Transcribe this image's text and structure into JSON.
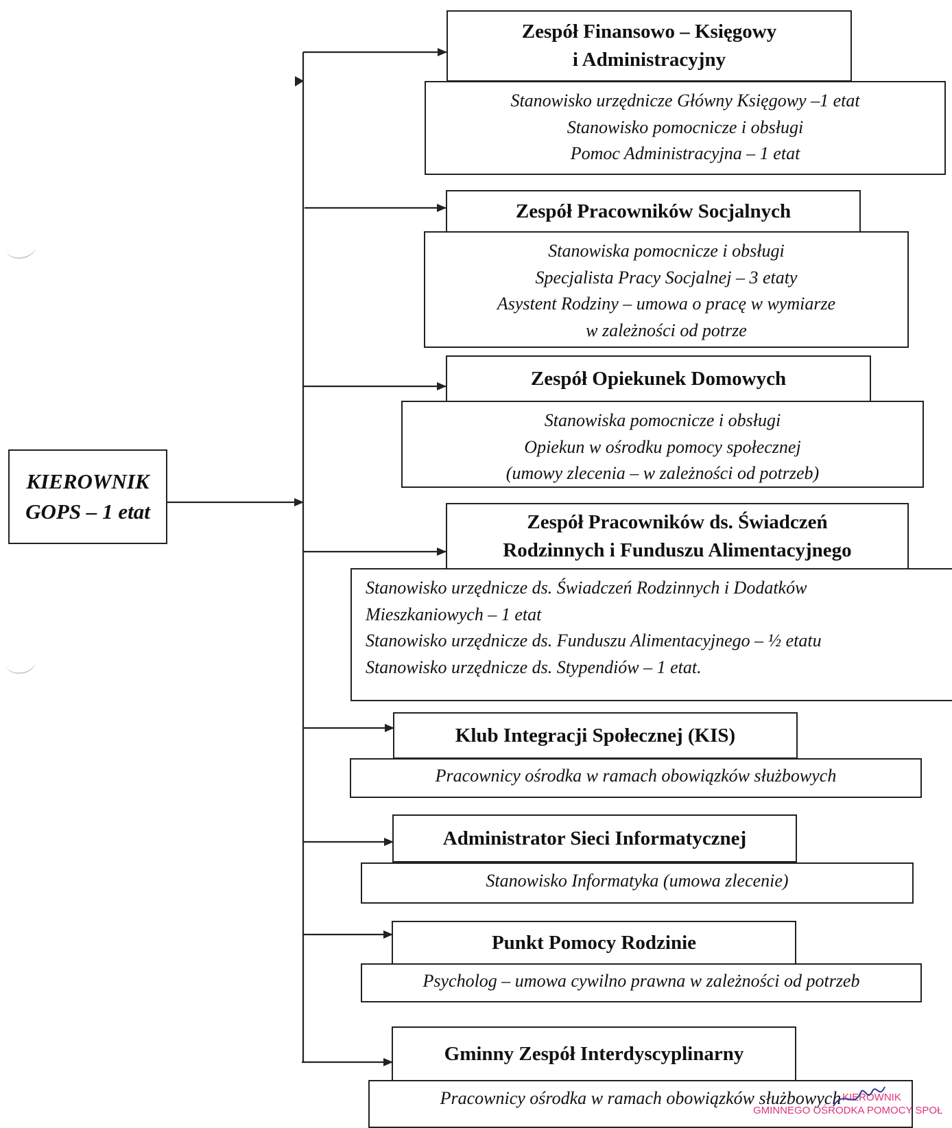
{
  "root": {
    "lines": [
      "KIEROWNIK",
      "GOPS – 1 etat"
    ]
  },
  "units": [
    {
      "title": [
        "Zespół Finansowo – Księgowy",
        "i Administracyjny"
      ],
      "body": [
        "Stanowisko urzędnicze Główny Księgowy –1 etat",
        "Stanowisko pomocnicze i obsługi",
        "Pomoc Administracyjna – 1 etat"
      ]
    },
    {
      "title": [
        "Zespół Pracowników Socjalnych"
      ],
      "body": [
        "Stanowiska pomocnicze i obsługi",
        "Specjalista  Pracy Socjalnej – 3 etaty",
        "Asystent Rodziny – umowa o pracę w wymiarze",
        "w zależności od potrze"
      ]
    },
    {
      "title": [
        "Zespół Opiekunek Domowych"
      ],
      "body": [
        "Stanowiska pomocnicze i obsługi",
        "Opiekun w ośrodku pomocy społecznej",
        "(umowy zlecenia – w zależności od potrzeb)"
      ]
    },
    {
      "title": [
        "Zespół Pracowników ds. Świadczeń",
        "Rodzinnych i Funduszu Alimentacyjnego"
      ],
      "body": [
        "Stanowisko urzędnicze ds. Świadczeń Rodzinnych i Dodatków",
        "Mieszkaniowych  – 1 etat",
        "Stanowisko urzędnicze ds. Funduszu Alimentacyjnego – ½ etatu",
        "Stanowisko urzędnicze ds. Stypendiów  – 1 etat."
      ]
    },
    {
      "title": [
        "Klub Integracji Społecznej (KIS)"
      ],
      "body": [
        "Pracownicy ośrodka w ramach obowiązków służbowych"
      ]
    },
    {
      "title": [
        "Administrator Sieci Informatycznej"
      ],
      "body": [
        "Stanowisko Informatyka (umowa zlecenie)"
      ]
    },
    {
      "title": [
        "Punkt Pomocy Rodzinie"
      ],
      "body": [
        "Psycholog – umowa cywilno prawna w zależności od potrzeb"
      ]
    },
    {
      "title": [
        "Gminny Zespół Interdyscyplinarny"
      ],
      "body": [
        "Pracownicy ośrodka w ramach obowiązków służbowych"
      ]
    }
  ],
  "stamp": [
    "KIEROWNIK",
    "GMINNEGO OŚRODKA POMOCY SPOŁ"
  ],
  "colors": {
    "line": "#222222",
    "stamp": "#e0337a"
  }
}
